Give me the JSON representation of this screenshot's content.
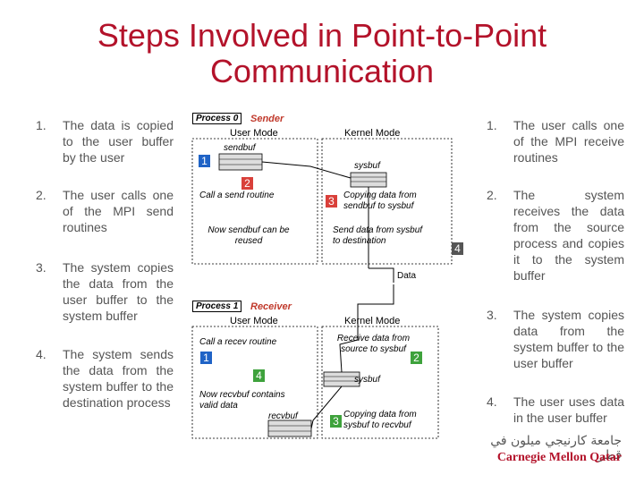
{
  "title": "Steps Involved in Point-to-Point Communication",
  "left_list": [
    {
      "num": "1.",
      "text": "The data is copied to the user buffer by the user"
    },
    {
      "num": "2.",
      "text": "The user calls one of the MPI send routines"
    },
    {
      "num": "3.",
      "text": "The system copies the data from the user buffer to the system buffer"
    },
    {
      "num": "4.",
      "text": "The system sends the data from the system buffer to the destination process"
    }
  ],
  "right_list": [
    {
      "num": "1.",
      "text": "The user calls one of the MPI receive routines"
    },
    {
      "num": "2.",
      "text": "The system receives the data from the source process and copies it to the system buffer"
    },
    {
      "num": "3.",
      "text": "The system copies data from the system buffer to the user buffer"
    },
    {
      "num": "4.",
      "text": "The user uses data in the user buffer"
    }
  ],
  "diagram": {
    "sender": {
      "process": "Process 0",
      "role": "Sender",
      "user_mode": "User Mode",
      "kernel_mode": "Kernel Mode",
      "sendbuf": "sendbuf",
      "sysbuf": "sysbuf",
      "call_send": "Call a send routine",
      "now_reused": "Now sendbuf can be reused",
      "copying": "Copying data from sendbuf to sysbuf",
      "send_data": "Send data from sysbuf to destination",
      "badges": [
        "1",
        "2",
        "3",
        "4"
      ]
    },
    "data_label": "Data",
    "receiver": {
      "process": "Process 1",
      "role": "Receiver",
      "user_mode": "User Mode",
      "kernel_mode": "Kernel Mode",
      "call_recv": "Call a recev routine",
      "receive_data": "Receive data from source to sysbuf",
      "sysbuf": "sysbuf",
      "now_contains": "Now recvbuf contains valid data",
      "recvbuf": "recvbuf",
      "copying": "Copying data from sysbuf to recvbuf",
      "badges": [
        "1",
        "2",
        "3",
        "4"
      ]
    }
  },
  "logo": {
    "arabic": "جامعة كارنيجي ميلون في قطر",
    "text": "Carnegie Mellon Qatar"
  },
  "colors": {
    "title": "#b3122a",
    "blue": "#1f63c6",
    "green": "#3ea23c",
    "red": "#d9403a"
  }
}
